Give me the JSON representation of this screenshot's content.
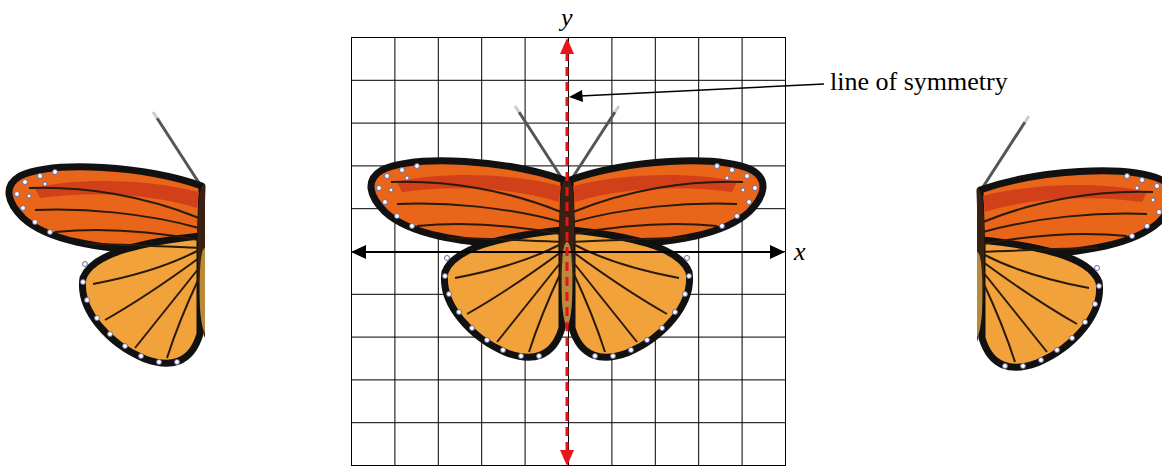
{
  "diagram": {
    "labels": [
      "y",
      "line of symmetry",
      "x"
    ]
  }
}
